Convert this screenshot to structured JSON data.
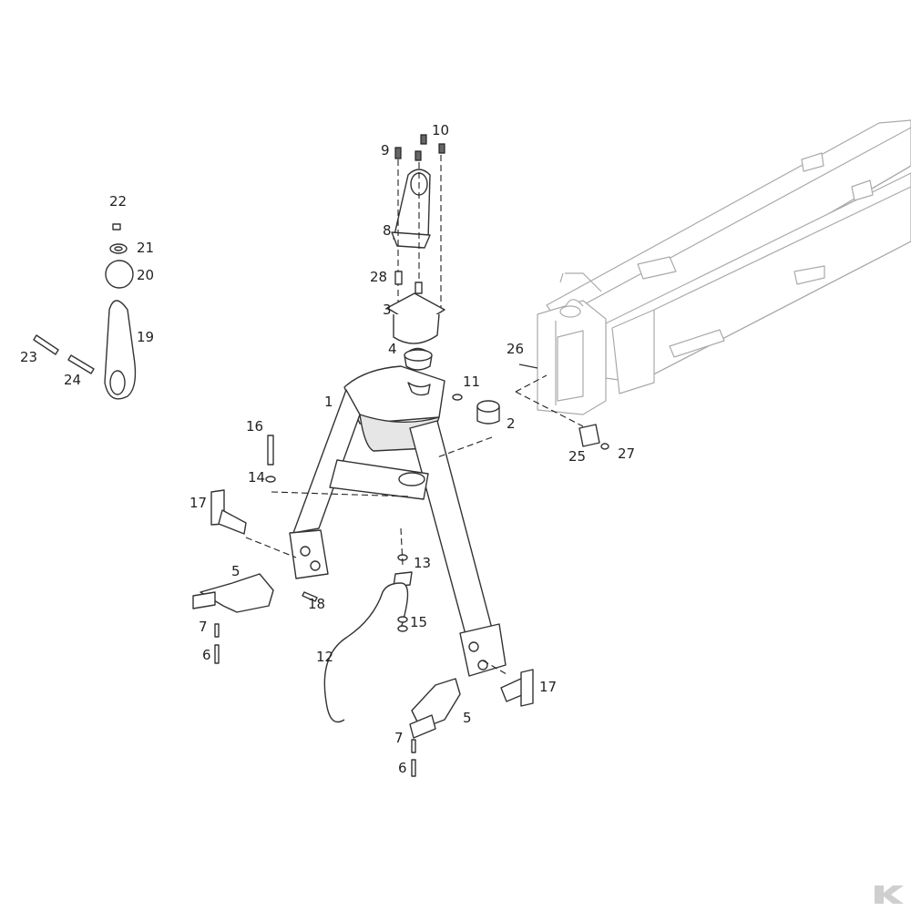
{
  "diagram": {
    "callouts": [
      {
        "id": "c1",
        "text": "1"
      },
      {
        "id": "c2",
        "text": "2"
      },
      {
        "id": "c3",
        "text": "3"
      },
      {
        "id": "c4",
        "text": "4"
      },
      {
        "id": "c5a",
        "text": "5"
      },
      {
        "id": "c5b",
        "text": "5"
      },
      {
        "id": "c6a",
        "text": "6"
      },
      {
        "id": "c6b",
        "text": "6"
      },
      {
        "id": "c7a",
        "text": "7"
      },
      {
        "id": "c7b",
        "text": "7"
      },
      {
        "id": "c8",
        "text": "8"
      },
      {
        "id": "c9",
        "text": "9"
      },
      {
        "id": "c10",
        "text": "10"
      },
      {
        "id": "c11",
        "text": "11"
      },
      {
        "id": "c12",
        "text": "12"
      },
      {
        "id": "c13",
        "text": "13"
      },
      {
        "id": "c14",
        "text": "14"
      },
      {
        "id": "c15",
        "text": "15"
      },
      {
        "id": "c16",
        "text": "16"
      },
      {
        "id": "c17a",
        "text": "17"
      },
      {
        "id": "c17b",
        "text": "17"
      },
      {
        "id": "c18",
        "text": "18"
      },
      {
        "id": "c19",
        "text": "19"
      },
      {
        "id": "c20",
        "text": "20"
      },
      {
        "id": "c21",
        "text": "21"
      },
      {
        "id": "c22",
        "text": "22"
      },
      {
        "id": "c23",
        "text": "23"
      },
      {
        "id": "c24",
        "text": "24"
      },
      {
        "id": "c25",
        "text": "25"
      },
      {
        "id": "c26",
        "text": "26"
      },
      {
        "id": "c27",
        "text": "27"
      },
      {
        "id": "c28",
        "text": "28"
      }
    ]
  },
  "logo": {
    "icon": "brand-k-logo-icon",
    "color": "#cfcfcf"
  }
}
